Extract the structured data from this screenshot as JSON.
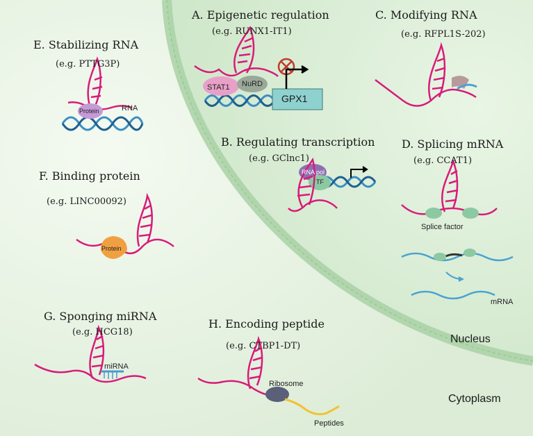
{
  "panels": {
    "A": {
      "title": "A. Epigenetic regulation",
      "example": "(e.g. RUNX1-IT1)",
      "labels": {
        "stat1": "STAT1",
        "nurd": "NuRD",
        "gene": "GPX1"
      }
    },
    "B": {
      "title": "B. Regulating transcription",
      "example": "(e.g. GClnc1)",
      "labels": {
        "polii": "RNA pol II",
        "tf": "TF"
      }
    },
    "C": {
      "title": "C. Modifying RNA",
      "example": "(e.g. RFPL1S-202)"
    },
    "D": {
      "title": "D. Splicing mRNA",
      "example": "(e.g. CCAT1)",
      "labels": {
        "splice": "Splice factor",
        "mrna": "mRNA"
      }
    },
    "E": {
      "title": "E. Stabilizing RNA",
      "example": "(e.g.  PTTG3P)",
      "labels": {
        "protein": "Protein",
        "rna": "RNA"
      }
    },
    "F": {
      "title": "F. Binding protein",
      "example": "(e.g. LINC00092)",
      "labels": {
        "protein": "Protein"
      }
    },
    "G": {
      "title": "G. Sponging miRNA",
      "example": "(e.g. HCG18)",
      "labels": {
        "mirna": "miRNA"
      }
    },
    "H": {
      "title": "H. Encoding peptide",
      "example": "(e.g. CTBP1-DT)",
      "labels": {
        "ribosome": "Ribosome",
        "peptides": "Peptides"
      }
    }
  },
  "regions": {
    "nucleus": "Nucleus",
    "cytoplasm": "Cytoplasm"
  },
  "colors": {
    "background": "#e8f2e4",
    "nucleus": "#d8eed3",
    "membrane": "#a9d1a6",
    "lncrna": "#d81b7a",
    "dna": "#3a8fc4",
    "gene_box": "#8fd1cf",
    "protein_pink": "#e8a0c8",
    "nurd": "#9aa89a",
    "protein_orange": "#f0a040",
    "splice": "#8cc9a2",
    "ribosome": "#5a5f7a",
    "peptide": "#f1c232",
    "mirna": "#4a9ad0"
  },
  "icons": [
    "inhibit-icon",
    "transcription-start-arrow-icon"
  ]
}
